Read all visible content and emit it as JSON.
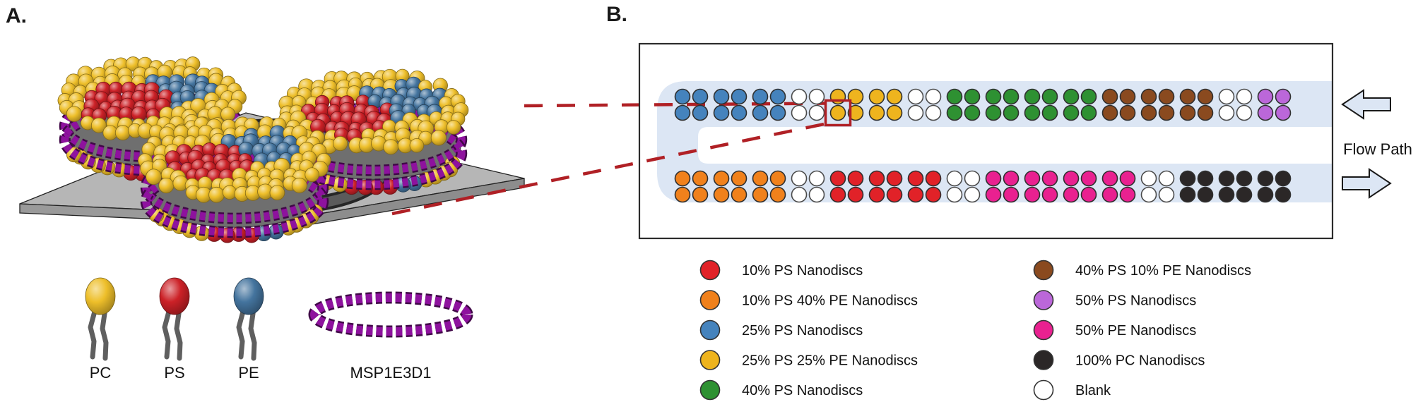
{
  "panel_a": {
    "label": "A.",
    "lipid_legend": [
      {
        "name": "PC",
        "color": "#eebf2a"
      },
      {
        "name": "PS",
        "color": "#cc2127"
      },
      {
        "name": "PE",
        "color": "#44749e"
      }
    ],
    "belt_legend": {
      "name": "MSP1E3D1",
      "color": "#8e129e"
    }
  },
  "panel_b": {
    "label": "B.",
    "flow_label": "Flow Path",
    "channel_color": "#dce6f4",
    "outline_color": "#2b2b2b",
    "callout_color": "#b02025",
    "spot_colors": {
      "red": "#e12228",
      "orange": "#f0811c",
      "blue": "#4583bd",
      "yellow": "#eeb41e",
      "green": "#2e9132",
      "brown": "#8a4a1f",
      "violet": "#bb67d9",
      "pink": "#e92190",
      "black": "#2b2727",
      "white": "#ffffff"
    },
    "array": {
      "rows_per_strip": 2,
      "top_strip_pairs": [
        "blue",
        "blue",
        "blue",
        "white",
        "yellow",
        "yellow",
        "white",
        "green",
        "green",
        "green",
        "green",
        "brown",
        "brown",
        "brown",
        "white",
        "violet"
      ],
      "bottom_strip_pairs": [
        "orange",
        "orange",
        "orange",
        "white",
        "red",
        "red",
        "red",
        "white",
        "pink",
        "pink",
        "pink",
        "pink",
        "white",
        "black",
        "black",
        "black"
      ],
      "highlight": {
        "strip": "top",
        "row": 2,
        "column": 9
      }
    },
    "flow_arrows": [
      {
        "position": "top",
        "direction": "left"
      },
      {
        "position": "bottom",
        "direction": "right"
      }
    ],
    "legend": {
      "column1": [
        {
          "color_key": "red",
          "label": "10% PS Nanodiscs"
        },
        {
          "color_key": "orange",
          "label": "10% PS 40% PE Nanodiscs"
        },
        {
          "color_key": "blue",
          "label": "25% PS Nanodiscs"
        },
        {
          "color_key": "yellow",
          "label": "25% PS 25% PE  Nanodiscs"
        },
        {
          "color_key": "green",
          "label": "40% PS Nanodiscs"
        }
      ],
      "column2": [
        {
          "color_key": "brown",
          "label": "40% PS 10% PE Nanodiscs"
        },
        {
          "color_key": "violet",
          "label": "50% PS Nanodiscs"
        },
        {
          "color_key": "pink",
          "label": "50% PE Nanodiscs"
        },
        {
          "color_key": "black",
          "label": "100% PC Nanodiscs"
        },
        {
          "color_key": "white",
          "label": "Blank"
        }
      ]
    }
  }
}
